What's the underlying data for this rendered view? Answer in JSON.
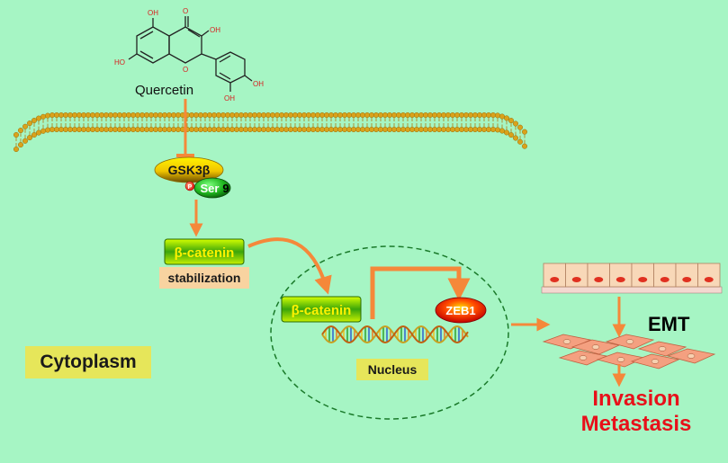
{
  "molecule": {
    "name": "Quercetin",
    "atoms": {
      "oh": "OH",
      "ho": "HO",
      "o": "O"
    }
  },
  "proteins": {
    "gsk": "GSK3β",
    "phospho": "P",
    "ser": "Ser",
    "ser_num": "9",
    "beta_catenin": "β-catenin",
    "beta_catenin_nuclear": "β-catenin",
    "zeb1": "ZEB1"
  },
  "labels": {
    "stabilization": "stabilization",
    "nucleus": "Nucleus",
    "cytoplasm": "Cytoplasm",
    "emt": "EMT",
    "invasion": "Invasion",
    "metastasis": "Metastasis"
  },
  "colors": {
    "background": "#a6f5c4",
    "arrow": "#f5883a",
    "inhibit": "#f5883a",
    "membrane": "#d9a21b",
    "label_box": "#e6e65a",
    "stabilization_box": "#f8d3a0",
    "invasion_text": "#e8101a",
    "nucleus_border": "#1a7a2a"
  }
}
